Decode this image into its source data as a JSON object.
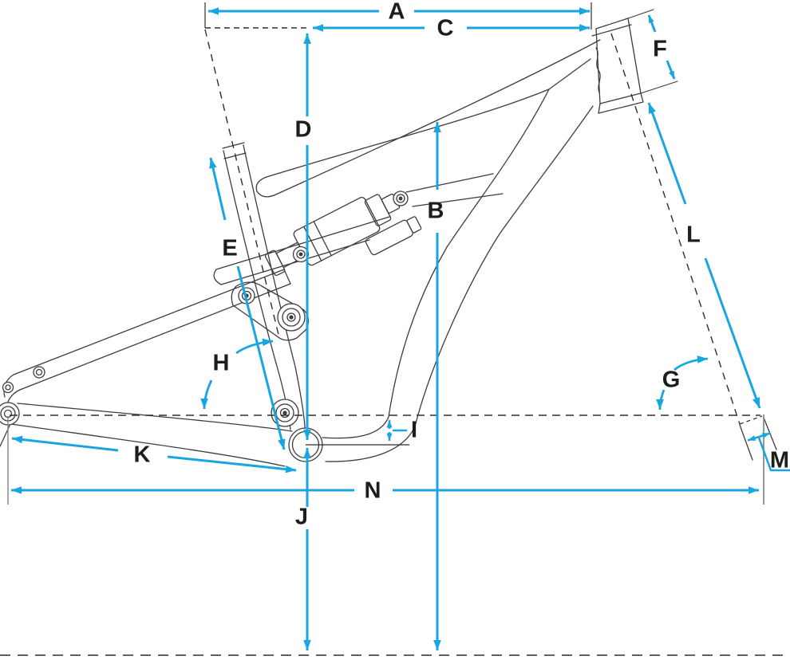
{
  "dimension_labels": [
    {
      "id": "A",
      "text": "A"
    },
    {
      "id": "B",
      "text": "B"
    },
    {
      "id": "C",
      "text": "C"
    },
    {
      "id": "D",
      "text": "D"
    },
    {
      "id": "E",
      "text": "E"
    },
    {
      "id": "F",
      "text": "F"
    },
    {
      "id": "G",
      "text": "G"
    },
    {
      "id": "H",
      "text": "H"
    },
    {
      "id": "I",
      "text": "I"
    },
    {
      "id": "J",
      "text": "J"
    },
    {
      "id": "K",
      "text": "K"
    },
    {
      "id": "L",
      "text": "L"
    },
    {
      "id": "M",
      "text": "M"
    },
    {
      "id": "N",
      "text": "N"
    }
  ],
  "colors": {
    "dimension_accent": "#19A6E0",
    "frame_outline": "#3C3C3C",
    "dashed_reference": "#2E2E2E",
    "label_text": "#1D1D1D",
    "background": "#FFFFFF"
  }
}
